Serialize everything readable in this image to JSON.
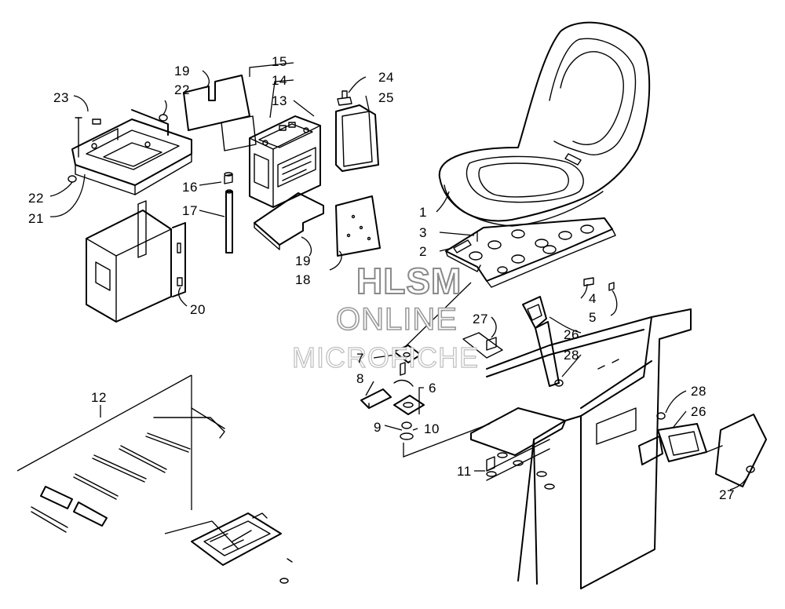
{
  "watermark": {
    "line1": "HLSM",
    "line2": "ONLINE",
    "line3": "MICROFICHE"
  },
  "callouts": {
    "c1": "1",
    "c2": "2",
    "c3": "3",
    "c4": "4",
    "c5": "5",
    "c6": "6",
    "c7": "7",
    "c8": "8",
    "c9": "9",
    "c10": "10",
    "c11": "11",
    "c12": "12",
    "c13": "13",
    "c14": "14",
    "c15": "15",
    "c16": "16",
    "c17": "17",
    "c18": "18",
    "c19a": "19",
    "c19b": "19",
    "c20": "20",
    "c21": "21",
    "c22a": "22",
    "c22b": "22",
    "c23": "23",
    "c24": "24",
    "c25": "25",
    "c26a": "26",
    "c26b": "26",
    "c27a": "27",
    "c27b": "27",
    "c28a": "28",
    "c28b": "28"
  },
  "parts": [
    "seat",
    "seat-base-plate",
    "battery",
    "battery-tray",
    "battery-cover",
    "battery-pad",
    "battery-hold-down",
    "vent-tube",
    "tool-kit",
    "seat-latch",
    "seat-belt-buckle",
    "seat-belt-receiver",
    "frame"
  ]
}
